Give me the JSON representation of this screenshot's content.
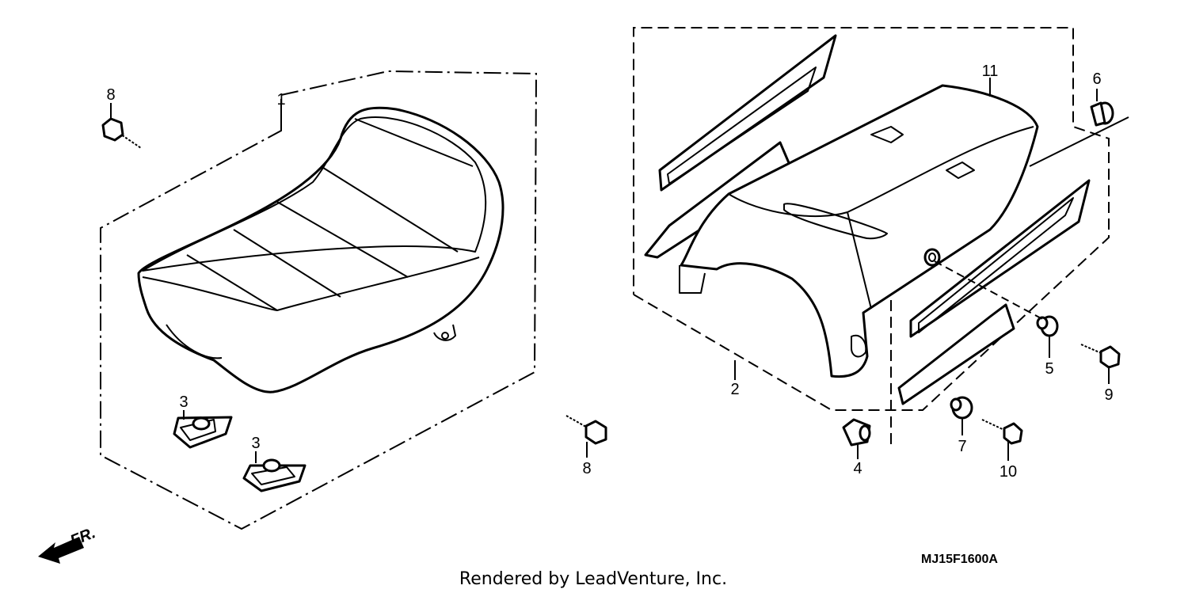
{
  "callouts": {
    "c1": "1",
    "c2": "2",
    "c3a": "3",
    "c3b": "3",
    "c4": "4",
    "c5": "5",
    "c6": "6",
    "c7": "7",
    "c8a": "8",
    "c8b": "8",
    "c9": "9",
    "c10": "10",
    "c11": "11"
  },
  "diagram_code": "MJ15F1600A",
  "front_label": "FR.",
  "credit": "Rendered by LeadVenture, Inc."
}
